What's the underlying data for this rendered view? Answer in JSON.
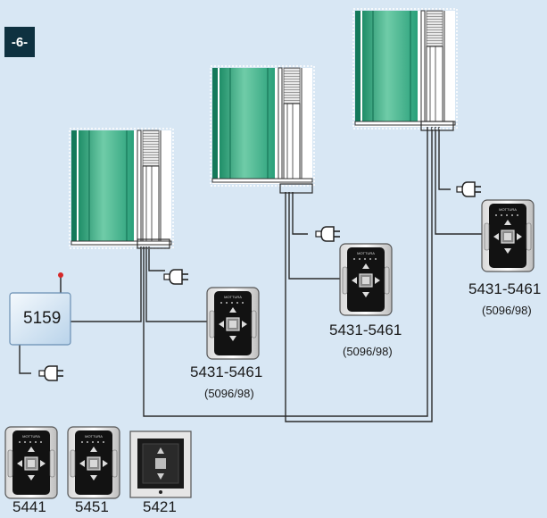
{
  "step_badge": "-6-",
  "central_unit": {
    "label": "5159"
  },
  "controllers": [
    {
      "code": "5431-5461",
      "note": "(5096/98)",
      "brand": "MOTTURA"
    },
    {
      "code": "5431-5461",
      "note": "(5096/98)",
      "brand": "MOTTURA"
    },
    {
      "code": "5431-5461",
      "note": "(5096/98)",
      "brand": "MOTTURA"
    }
  ],
  "bottom_controls": [
    {
      "code": "5441",
      "brand": "MOTTURA"
    },
    {
      "code": "5451",
      "brand": "MOTTURA"
    },
    {
      "code": "5421",
      "brand": ""
    }
  ],
  "colors": {
    "background": "#d8e7f4",
    "badge": "#0e3140",
    "curtain_green": "#2f9f7b",
    "wire": "#2b2b2b",
    "antenna_tip": "#d62828"
  },
  "icons": [
    "plug-icon",
    "antenna-icon",
    "arrow-up-icon",
    "arrow-down-icon",
    "arrow-left-icon",
    "arrow-right-icon"
  ]
}
